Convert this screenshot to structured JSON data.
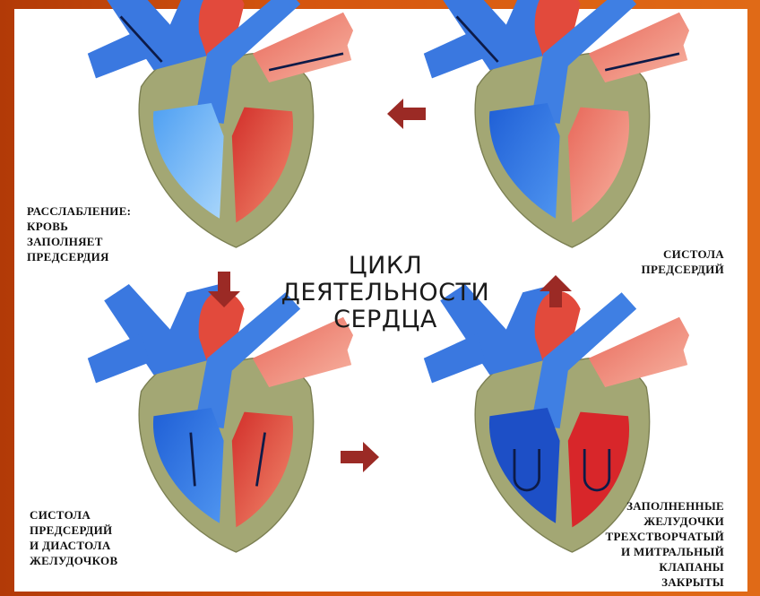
{
  "title": {
    "line1": "ЦИКЛ ДЕЯТЕЛЬНОСТИ",
    "line2": "СЕРДЦА"
  },
  "captions": {
    "relaxation": "РАССЛАБЛЕНИЕ:\nКРОВЬ\nЗАПОЛНЯЕТ\nПРЕДСЕРДИЯ",
    "atrial_systole": "СИСТОЛА\nПРЕДСЕРДИЙ",
    "atrial_systole_ventricular_diastole": "СИСТОЛА\nПРЕДСЕРДИЙ\nИ ДИАСТОЛА\nЖЕЛУДОЧКОВ",
    "ventricles_filled": "ЗАПОЛНЕННЫЕ\nЖЕЛУДОЧКИ\nТРЕХСТВОРЧАТЫЙ\nИ МИТРАЛЬНЫЙ\nКЛАПАНЫ\nЗАКРЫТЫ"
  },
  "colors": {
    "frame": "#c2410c",
    "deoxygenated": "#2f6fdc",
    "oxygenated": "#e2503e",
    "wall": "#9b9f6d",
    "arrow": "#9b2a25"
  }
}
